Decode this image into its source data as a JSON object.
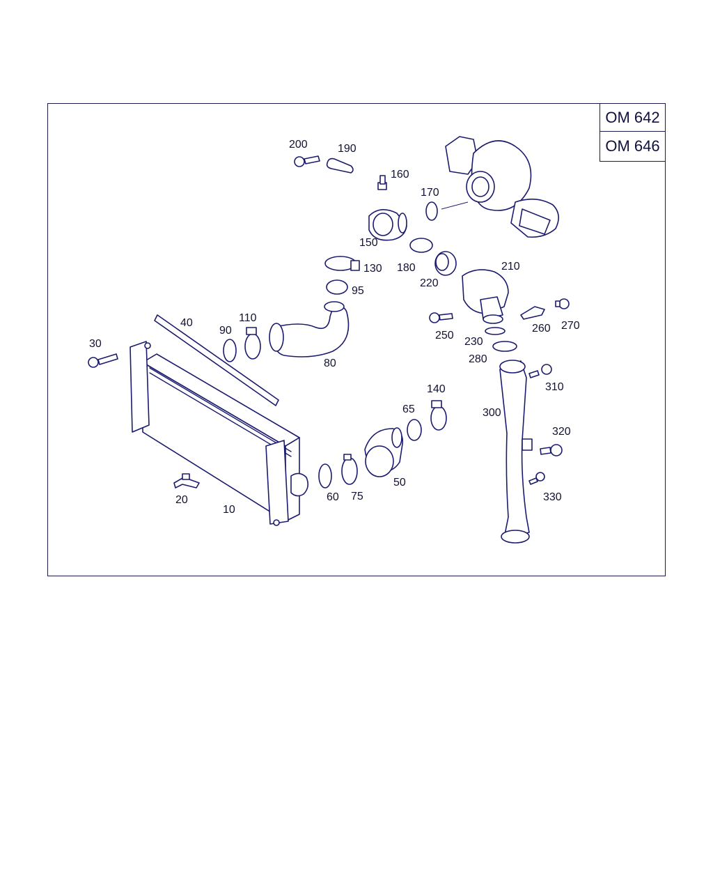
{
  "engine_labels": [
    "OM 642",
    "OM 646"
  ],
  "callouts": {
    "c10": "10",
    "c20": "20",
    "c30": "30",
    "c40": "40",
    "c50": "50",
    "c60": "60",
    "c65": "65",
    "c75": "75",
    "c80": "80",
    "c90": "90",
    "c95": "95",
    "c110": "110",
    "c130": "130",
    "c140": "140",
    "c150": "150",
    "c160": "160",
    "c170": "170",
    "c180": "180",
    "c190": "190",
    "c200": "200",
    "c210": "210",
    "c220": "220",
    "c230": "230",
    "c250": "250",
    "c260": "260",
    "c270": "270",
    "c280": "280",
    "c300": "300",
    "c310": "310",
    "c320": "320",
    "c330": "330"
  },
  "colors": {
    "line": "#1a1a6e",
    "frame": "#1a1a4a",
    "background": "#ffffff"
  }
}
